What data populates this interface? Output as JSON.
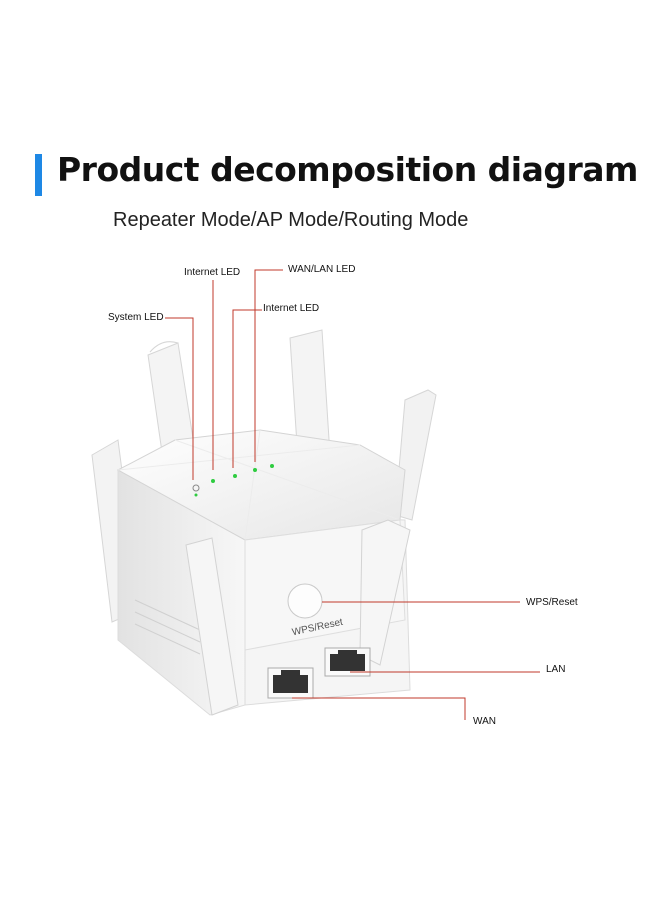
{
  "header": {
    "title": "Product decomposition diagram",
    "subtitle": "Repeater Mode/AP Mode/Routing Mode"
  },
  "device": {
    "button_text": "WPS/Reset"
  },
  "callouts": {
    "internet_led_1": "Internet LED",
    "wan_lan_led": "WAN/LAN LED",
    "internet_led_2": "Internet LED",
    "system_led": "System LED",
    "wps_reset": "WPS/Reset",
    "lan": "LAN",
    "wan": "WAN"
  },
  "colors": {
    "accent": "#1e88e5",
    "leader_line": "#c0392b",
    "led": "#2ecc40"
  }
}
